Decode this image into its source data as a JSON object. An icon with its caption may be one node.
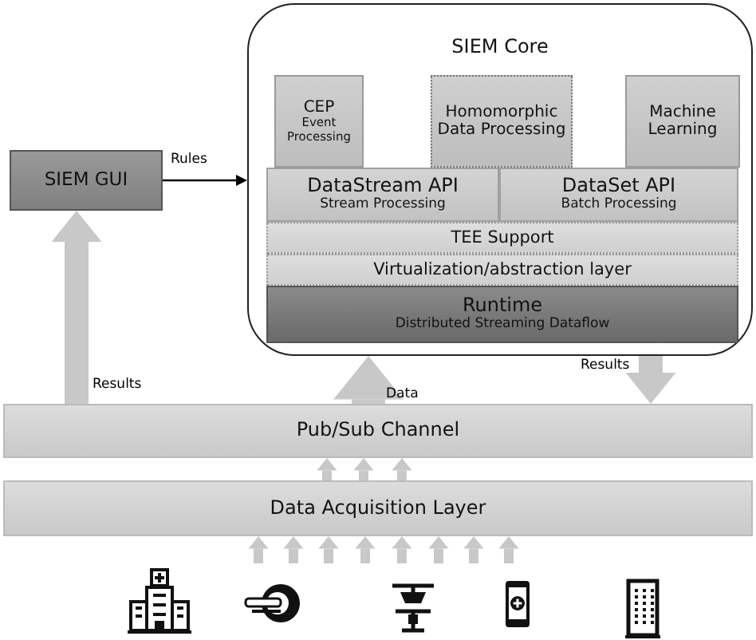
{
  "diagram": {
    "nodes": [
      {
        "text": [
          "SIEM Core"
        ]
      },
      {
        "text": [
          "CEP",
          "Event Processing"
        ],
        "in": 0
      },
      {
        "text": [
          "Homomorphic Data Processing"
        ],
        "in": 0
      },
      {
        "text": [
          "Machine Learning"
        ],
        "in": 0
      },
      {
        "text": [
          "DataStream API",
          "Stream Processing"
        ],
        "in": 0
      },
      {
        "text": [
          "DataSet API",
          "Batch Processing"
        ],
        "in": 0
      },
      {
        "text": [
          "TEE Support"
        ],
        "in": 0
      },
      {
        "text": [
          "Virtualization/abstraction layer"
        ],
        "in": 0
      },
      {
        "text": [
          "Runtime",
          "Distributed Streaming Dataflow"
        ],
        "in": 0
      },
      {
        "text": [
          "SIEM GUI"
        ]
      },
      {
        "text": [
          "Pub/Sub Channel"
        ]
      },
      {
        "text": [
          "Data Acquisition Layer"
        ]
      }
    ],
    "edges": [
      {
        "from": 9,
        "to": 0,
        "arrow": "to",
        "label": "Rules",
        "color": "#000000"
      },
      {
        "from": 10,
        "to": 9,
        "arrow": "to",
        "label": "Results",
        "style": "thick"
      },
      {
        "from": 10,
        "to": 0,
        "arrow": "to",
        "label": "Data",
        "style": "thick"
      },
      {
        "from": 0,
        "to": 10,
        "arrow": "to",
        "label": "Results",
        "style": "thick"
      },
      {
        "from": 11,
        "to": 10,
        "arrow": "to"
      },
      {
        "from": 11,
        "to": 10,
        "arrow": "to"
      },
      {
        "from": 11,
        "to": 10,
        "arrow": "to"
      },
      {
        "from": null,
        "to": 11,
        "arrow": "to"
      },
      {
        "from": null,
        "to": 11,
        "arrow": "to"
      },
      {
        "from": null,
        "to": 11,
        "arrow": "to"
      },
      {
        "from": null,
        "to": 11,
        "arrow": "to"
      },
      {
        "from": null,
        "to": 11,
        "arrow": "to"
      },
      {
        "from": null,
        "to": 11,
        "arrow": "to"
      },
      {
        "from": null,
        "to": 11,
        "arrow": "to"
      },
      {
        "from": null,
        "to": 11,
        "arrow": "to"
      }
    ]
  }
}
